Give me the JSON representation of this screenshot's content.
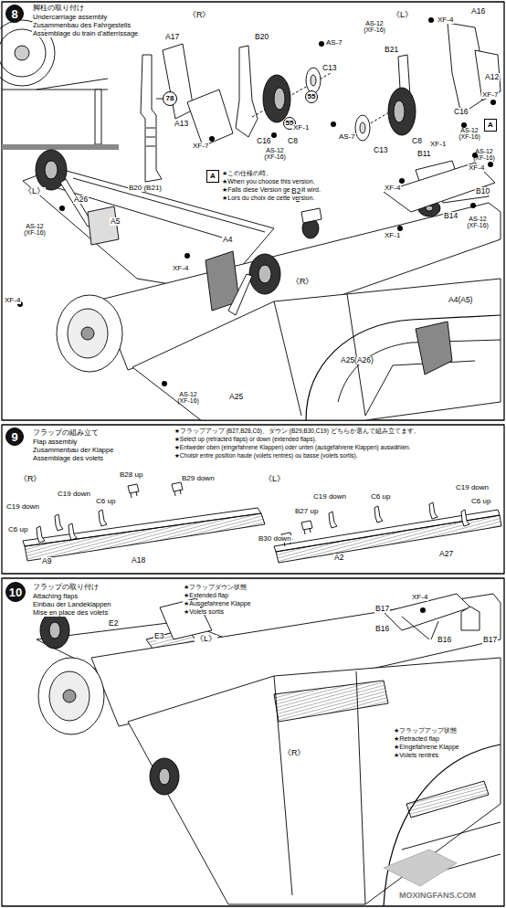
{
  "diagram": {
    "nodes": [
      {
        "text": [
          "8"
        ]
      },
      {
        "text": [
          "9"
        ]
      },
      {
        "text": [
          "10"
        ]
      },
      {
        "text": [
          "78"
        ]
      },
      {
        "text": [
          "55"
        ]
      },
      {
        "text": [
          "55"
        ]
      },
      {
        "text": [
          "A"
        ]
      },
      {
        "text": [
          "A"
        ]
      }
    ],
    "labels": [
      "脚柱の取り付け",
      "Undercarriage assembly",
      "Zusammenbau des Fahrgestells",
      "Assemblage du train d'atterrissage",
      "B20 (B21)",
      "《R》",
      "A17",
      "B20",
      "AS-7",
      "A13",
      "C13",
      "XF-1",
      "C16",
      "C8",
      "AS-12 (XF-16)",
      "XF-7",
      "《L》",
      "AS-12 (XF-16)",
      "XF-4",
      "A16",
      "B21",
      "A12",
      "AS-7",
      "XF-7",
      "C13",
      "XF-1",
      "C16",
      "AS-12 (XF-16)",
      "C8",
      "★この仕様の時。",
      "★When you choose this version.",
      "★Falls diese Version gewählt wird.",
      "★Lors du choix de cette version.",
      "B11",
      "AS-12 (XF-16)",
      "XF-4",
      "XF-4",
      "B10",
      "B14",
      "XF-1",
      "AS-12 (XF-16)",
      "《L》",
      "A26",
      "AS-12 (XF-16)",
      "A5",
      "XF-4",
      "A4",
      "B2",
      "XF-4",
      "《R》",
      "A4(A5)",
      "A25",
      "AS-12 (XF-16)",
      "A25(A26)",
      "フラップの組み立て",
      "Flap assembly",
      "Zusammenbau der Klappe",
      "Assemblage des volets",
      "★フラップアップ (B27,B28,C6)、ダウン (B29,B30,C19) どちらか選んで組み立てます。",
      "★Select up (retracted flaps) or down (extended flaps).",
      "★Entweder oben (eingefahrene Klappen) oder unten (ausgefahrene Klappen) auswählen.",
      "★Choisir entre position haute (volets rentrés) ou basse (volets sortis).",
      "《R》",
      "C19 down",
      "B28 up",
      "B29 down",
      "C19 down",
      "C6 up",
      "C6 up",
      "A9",
      "A18",
      "《L》",
      "C19 down",
      "C6 up",
      "C19 down",
      "C6 up",
      "B27 up",
      "B30 down",
      "A2",
      "A27",
      "フラップの取り付け",
      "Attaching flaps",
      "Einbau der Landeklappen",
      "Mise en place des volets",
      "★フラップダウン状態",
      "★Extended flap",
      "★Ausgefahrene Klappe",
      "★Volets sortis",
      "E2",
      "E3",
      "《L》",
      "B17",
      "XF-4",
      "B16",
      "B16",
      "B17",
      "《R》",
      "★フラップアップ状態",
      "★Retracted flap",
      "★Eingefahrene Klappe",
      "★Volets rentrés",
      "MOXINGFANS.COM"
    ]
  }
}
